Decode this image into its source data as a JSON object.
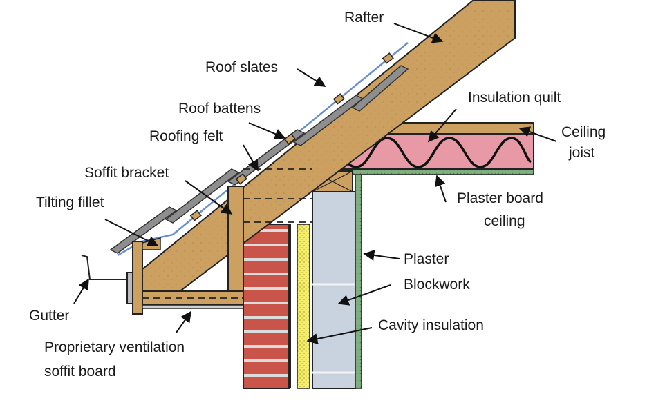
{
  "labels": {
    "rafter": "Rafter",
    "roof_slates": "Roof slates",
    "insulation_quilt": "Insulation quilt",
    "roof_battens": "Roof battens",
    "ceiling_joist_1": "Ceiling",
    "ceiling_joist_2": "joist",
    "roofing_felt": "Roofing felt",
    "soffit_bracket": "Soffit bracket",
    "plaster_board_1": "Plaster board",
    "plaster_board_2": "ceiling",
    "tilting_fillet": "Tilting fillet",
    "plaster": "Plaster",
    "blockwork": "Blockwork",
    "gutter": "Gutter",
    "cavity_insulation": "Cavity insulation",
    "soffit_board_1": "Proprietary ventilation",
    "soffit_board_2": "soffit board"
  },
  "colors": {
    "timber": "#c99a5b",
    "brick": "#c9554a",
    "mortar": "#dcdcdc",
    "block": "#c9d3e0",
    "cavity_insulation": "#f4ee6a",
    "insulation_quilt": "#e79aa6",
    "plaster": "#7fae7f",
    "slate": "#8e8e8e",
    "felt": "#6a8fd0",
    "outline": "#222222"
  }
}
